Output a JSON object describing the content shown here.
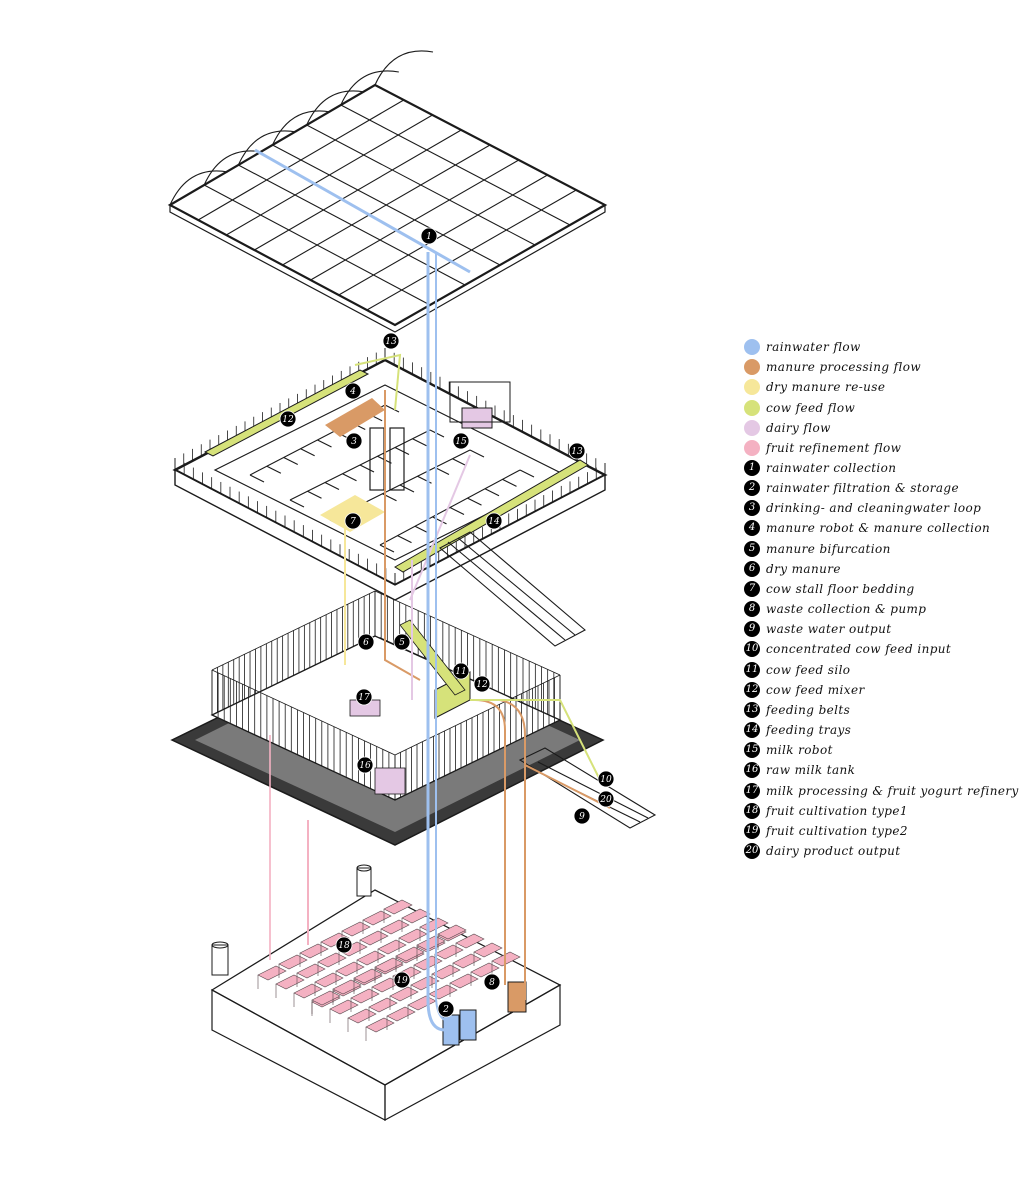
{
  "flows": [
    {
      "label": "rainwater flow",
      "color": "#9ec0ef"
    },
    {
      "label": "manure processing flow",
      "color": "#d99a66"
    },
    {
      "label": "dry manure re-use",
      "color": "#f6e79a"
    },
    {
      "label": "cow feed flow",
      "color": "#d6e27a"
    },
    {
      "label": "dairy flow",
      "color": "#e4c8e4"
    },
    {
      "label": "fruit refinement flow",
      "color": "#f4b1c2"
    }
  ],
  "components": [
    {
      "num": "1",
      "label": "rainwater collection"
    },
    {
      "num": "2",
      "label": "rainwater filtration & storage"
    },
    {
      "num": "3",
      "label": "drinking- and cleaningwater loop"
    },
    {
      "num": "4",
      "label": "manure robot & manure collection"
    },
    {
      "num": "5",
      "label": "manure bifurcation"
    },
    {
      "num": "6",
      "label": "dry manure"
    },
    {
      "num": "7",
      "label": "cow stall floor bedding"
    },
    {
      "num": "8",
      "label": "waste collection & pump"
    },
    {
      "num": "9",
      "label": "waste water output"
    },
    {
      "num": "10",
      "label": "concentrated cow feed input"
    },
    {
      "num": "11",
      "label": "cow feed silo"
    },
    {
      "num": "12",
      "label": "cow feed mixer"
    },
    {
      "num": "13",
      "label": "feeding belts"
    },
    {
      "num": "14",
      "label": "feeding trays"
    },
    {
      "num": "15",
      "label": "milk robot"
    },
    {
      "num": "16",
      "label": "raw milk tank"
    },
    {
      "num": "17",
      "label": "milk processing & fruit yogurt refinery"
    },
    {
      "num": "18",
      "label": "fruit cultivation type1"
    },
    {
      "num": "19",
      "label": "fruit cultivation type2"
    },
    {
      "num": "20",
      "label": "dairy product output"
    }
  ],
  "callouts": [
    "1",
    "13",
    "4",
    "12",
    "3",
    "15",
    "13",
    "7",
    "14",
    "6",
    "5",
    "11",
    "12",
    "17",
    "16",
    "10",
    "20",
    "9",
    "18",
    "19",
    "2",
    "8"
  ]
}
